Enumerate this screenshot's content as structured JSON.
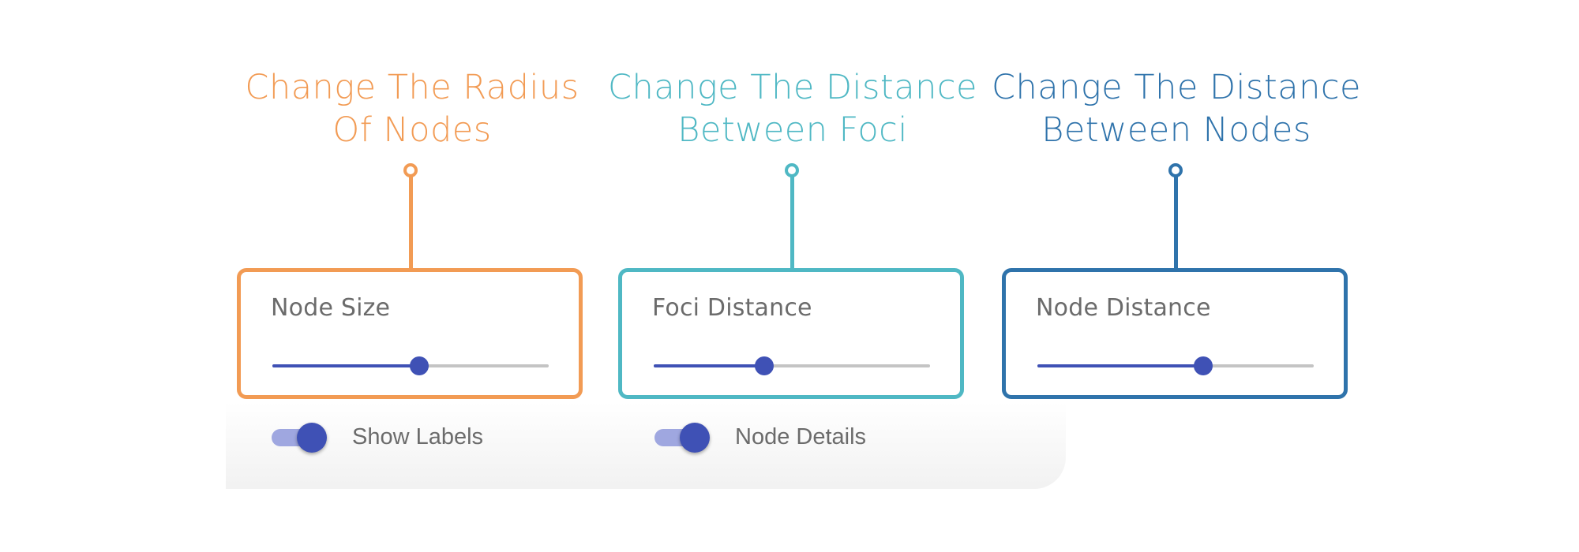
{
  "annotations": [
    {
      "lines": [
        "Change The Radius",
        "Of Nodes"
      ],
      "color": "#f29b54"
    },
    {
      "lines": [
        "Change The Distance",
        "Between Foci"
      ],
      "color": "#4fb8c4"
    },
    {
      "lines": [
        "Change The Distance",
        "Between Nodes"
      ],
      "color": "#2f73ab"
    }
  ],
  "panels": [
    {
      "title": "Node Size",
      "slider_fraction": 0.53,
      "border_color": "#f29b54"
    },
    {
      "title": "Foci Distance",
      "slider_fraction": 0.4,
      "border_color": "#4fb8c4"
    },
    {
      "title": "Node Distance",
      "slider_fraction": 0.6,
      "border_color": "#2f73ab"
    }
  ],
  "toggles": [
    {
      "label": "Show Labels",
      "on": true
    },
    {
      "label": "Node Details",
      "on": true
    }
  ],
  "colors": {
    "slider_active": "#3f51b5",
    "slider_inactive": "#c4c4c4",
    "toggle_track": "#9fa7e0",
    "label_text": "#6b6b6b"
  }
}
